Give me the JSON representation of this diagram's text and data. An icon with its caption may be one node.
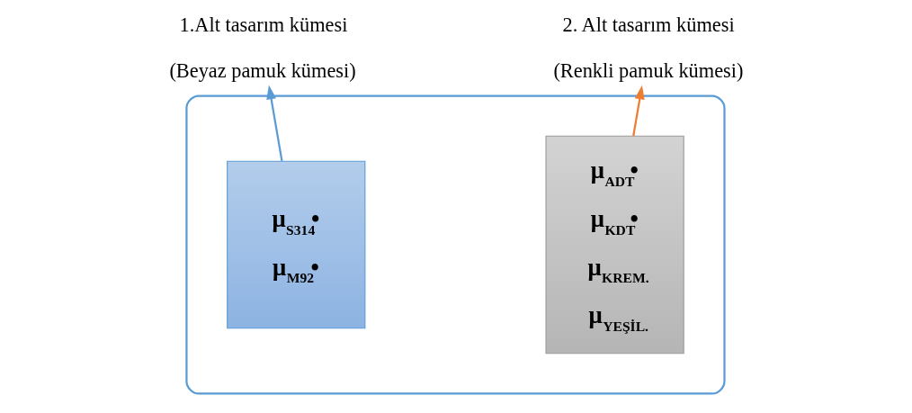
{
  "diagram": {
    "nodes": [
      {
        "text": [],
        "shape": "ellipse"
      },
      {
        "text": [
          "μ$_{S314}$•",
          "μ$_{M92}$•"
        ],
        "in": 0
      },
      {
        "text": [
          "μ$_{ADT}$•",
          "μ$_{KDT}$•",
          "μ$_{KREM.}$",
          "μ$_{YEŞİL.}$"
        ],
        "in": 0
      },
      {
        "text": [
          "1.Alt tasarım kümesi",
          "(Beyaz pamuk kümesi)"
        ]
      },
      {
        "text": [
          "2. Alt tasarım kümesi",
          "(Renkli pamuk kümesi)"
        ]
      }
    ],
    "edges": [
      {
        "from": 1,
        "to": 3,
        "arrow": "to",
        "color": "#5b9bd5"
      },
      {
        "from": 2,
        "to": 4,
        "arrow": "to",
        "color": "#ed7d31"
      }
    ]
  }
}
